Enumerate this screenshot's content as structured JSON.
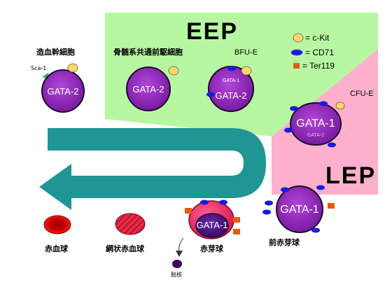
{
  "labels": {
    "hsc": "造血幹細胞",
    "cmp": "骨髄系共通前駆細胞",
    "bfu_e": "BFU-E",
    "cfu_e": "CFU-E",
    "sca1": "Sca-1",
    "eep": "EEP",
    "lep": "LEP",
    "rbc": "赤血球",
    "reticulocyte": "網状赤血球",
    "erythroblast": "赤芽球",
    "proerythroblast": "前赤芽球",
    "enucleation": "脱核"
  },
  "legend": {
    "ckit": "= c-Kit",
    "cd71": "= CD71",
    "ter119": "= Ter119"
  },
  "cells": {
    "hsc": {
      "text": "GATA-2"
    },
    "cmp": {
      "text": "GATA-2"
    },
    "bfu_e": {
      "small": "GATA-1",
      "text": "GATA-2"
    },
    "cfu_e": {
      "text": "GATA-1",
      "small": "GATA-2"
    },
    "proerythroblast": {
      "text": "GATA-1"
    },
    "erythroblast": {
      "text": "GATA-1"
    }
  },
  "colors": {
    "eep_region": "#b8f7a2",
    "lep_region": "#ffb0cc",
    "arrow": "#1f9594",
    "cell_purple": "#8d1fb0",
    "cell_dark": "#4a0f7a",
    "ckit_yellow": "#ffd966",
    "cd71_blue": "#1a1ae0",
    "ter119_orange": "#e85a10",
    "rbc_red": "#e00000",
    "erythroblast_pink": "#e8205a"
  }
}
